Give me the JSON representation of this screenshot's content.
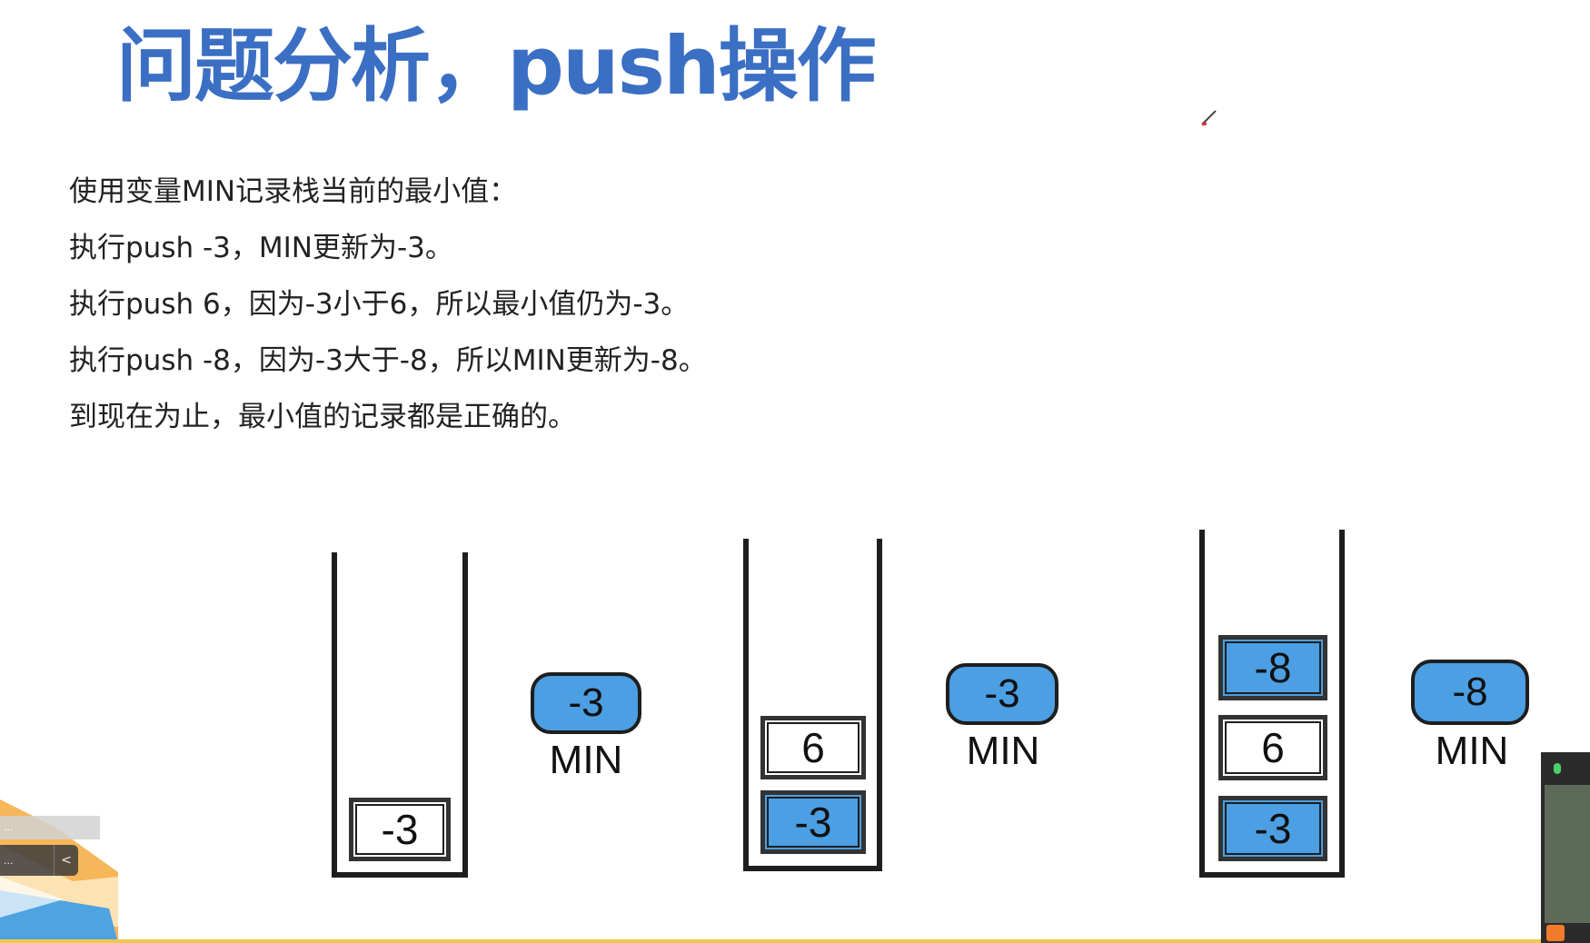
{
  "slide": {
    "title": "问题分析，push操作",
    "lines": [
      "使用变量MIN记录栈当前的最小值：",
      "执行push -3，MIN更新为-3。",
      "执行push 6，因为-3小于6，所以最小值仍为-3。",
      "执行push -8，因为-3大于-8，所以MIN更新为-8。",
      "到现在为止，最小值的记录都是正确的。"
    ],
    "stacks": [
      {
        "cells": [
          "-3"
        ],
        "min_value": "-3",
        "min_label": "MIN"
      },
      {
        "cells": [
          "-3",
          "6"
        ],
        "min_value": "-3",
        "min_label": "MIN"
      },
      {
        "cells": [
          "-3",
          "6",
          "-8"
        ],
        "min_value": "-8",
        "min_label": "MIN"
      }
    ]
  },
  "overlay": {
    "toast_top": "...",
    "toast_bottom": "...",
    "toast_bottom_arrow": "<"
  },
  "colors": {
    "title": "#3b6fc4",
    "cell_blue": "#4b9fe2",
    "bottom_line": "#f0c84a"
  },
  "icons": [
    "pen-cursor-icon",
    "books-icon",
    "microphone-icon",
    "chevron-left-icon"
  ]
}
